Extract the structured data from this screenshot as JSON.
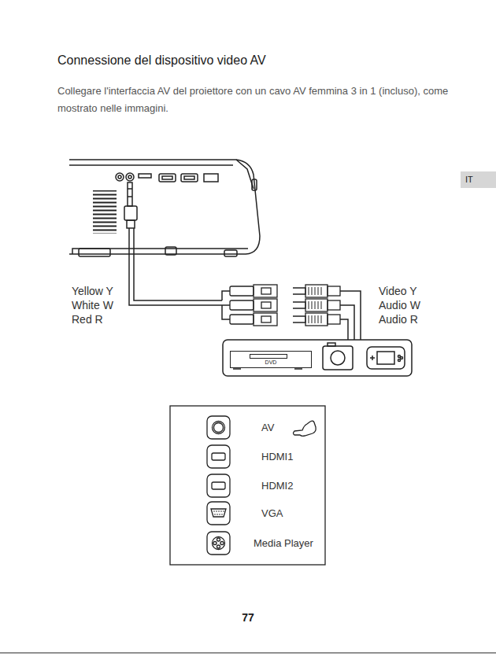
{
  "diagram": {
    "title": "Connessione del dispositivo video AV",
    "nodes": [
      {
        "text": [
          "IT"
        ]
      },
      {
        "text": [
          "DVD"
        ]
      }
    ],
    "labels": [
      "Collegare l'interfaccia AV del proiettore con un cavo AV femmina 3 in 1 (incluso), come mostrato nelle immagini.",
      "Yellow Y",
      "White W",
      "Red R",
      "Video Y",
      "Audio W",
      "Audio R",
      "AV",
      "HDMI1",
      "HDMI2",
      "VGA",
      "Media Player",
      "77"
    ]
  }
}
